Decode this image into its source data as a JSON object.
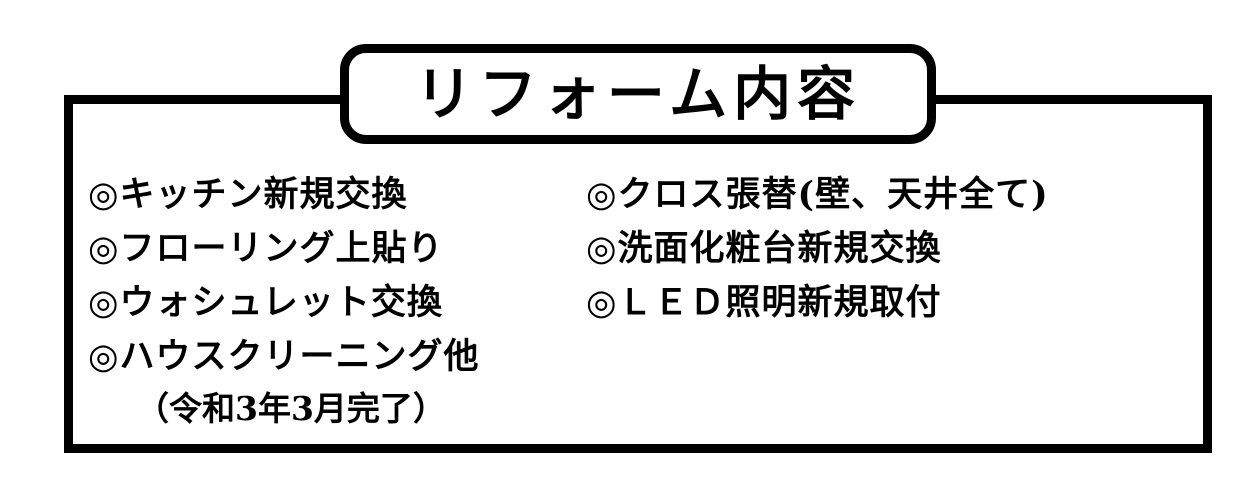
{
  "title": "リフォーム内容",
  "left_items": [
    "◎キッチン新規交換",
    "◎フローリング上貼り",
    "◎ウォシュレット交換",
    "◎ハウスクリーニング他"
  ],
  "right_items": [
    "◎クロス張替(壁、天井全て)",
    "◎洗面化粧台新規交換",
    "◎ＬＥＤ照明新規取付"
  ],
  "completion_note": "（令和3年3月完了）"
}
